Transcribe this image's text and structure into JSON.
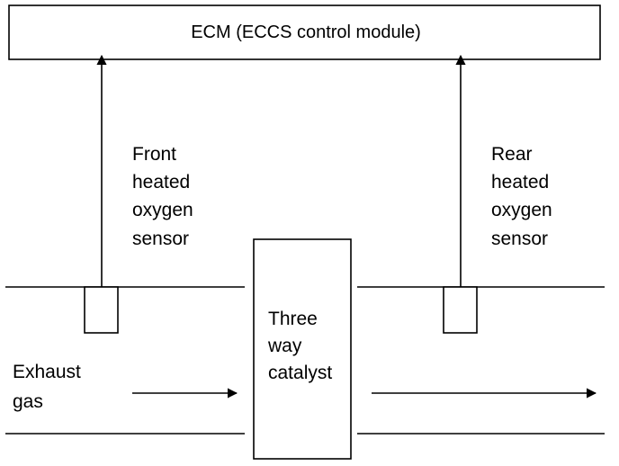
{
  "ecm": {
    "label": "ECM (ECCS control module)"
  },
  "front_sensor": {
    "label_lines": [
      "Front",
      "heated",
      "oxygen",
      "sensor"
    ]
  },
  "rear_sensor": {
    "label_lines": [
      "Rear",
      "heated",
      "oxygen",
      "sensor"
    ]
  },
  "catalyst": {
    "label_lines": [
      "Three",
      "way",
      "catalyst"
    ]
  },
  "exhaust": {
    "label_lines": [
      "Exhaust",
      "gas"
    ]
  },
  "colors": {
    "line": "#000000",
    "background": "#ffffff"
  }
}
